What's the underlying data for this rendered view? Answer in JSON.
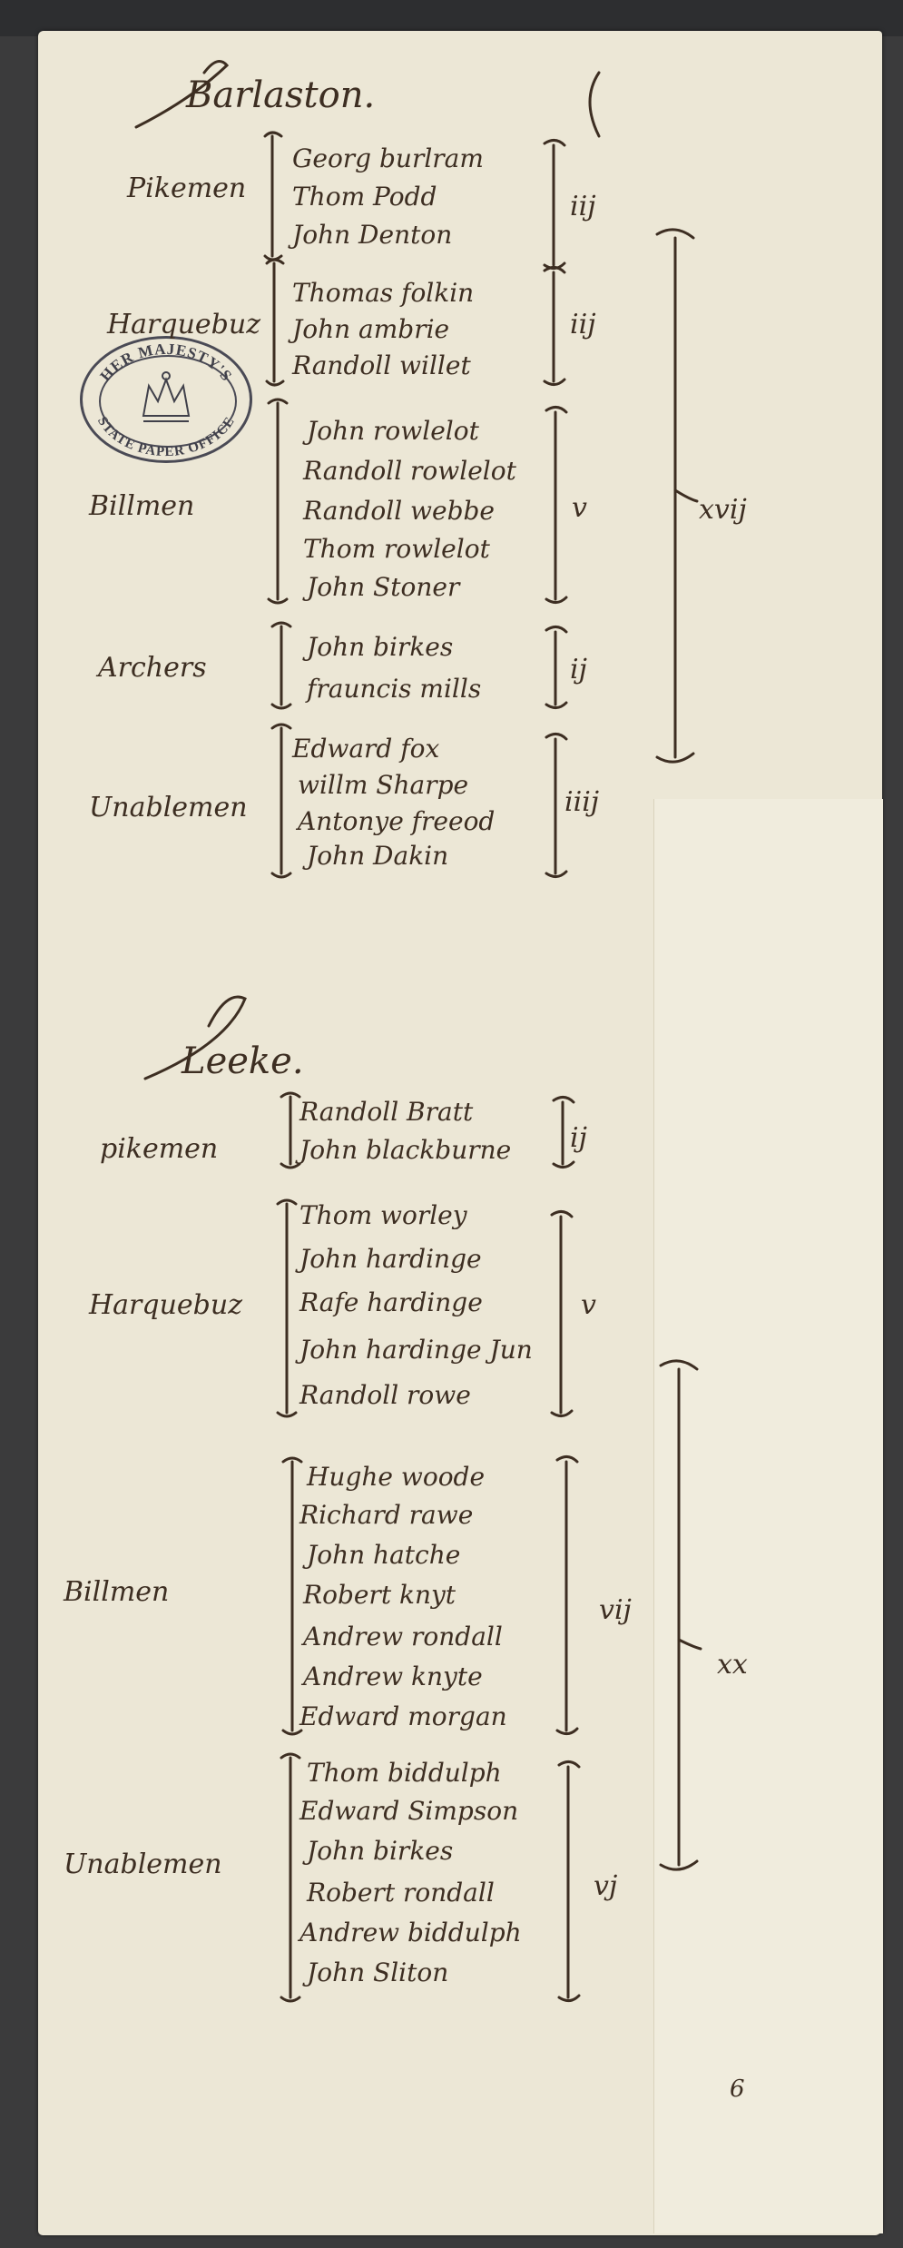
{
  "document": {
    "sections": [
      {
        "place": "Barlaston.",
        "groups": [
          {
            "label": "Pikemen",
            "names": [
              "Georg burlram",
              "Thom Podd",
              "John Denton"
            ],
            "count": "iij"
          },
          {
            "label": "Harquebuz",
            "names": [
              "Thomas folkin",
              "John ambrie",
              "Randoll willet"
            ],
            "count": "iij"
          },
          {
            "label": "Billmen",
            "names": [
              "John rowlelot",
              "Randoll rowlelot",
              "Randoll webbe",
              "Thom rowlelot",
              "John Stoner"
            ],
            "count": "v"
          },
          {
            "label": "Archers",
            "names": [
              "John birkes",
              "frauncis mills"
            ],
            "count": "ij"
          },
          {
            "label": "Unablemen",
            "names": [
              "Edward fox",
              "willm Sharpe",
              "Antonye freeod",
              "John Dakin"
            ],
            "count": "iiij"
          }
        ],
        "total": "xvij"
      },
      {
        "place": "Leeke.",
        "groups": [
          {
            "label": "pikemen",
            "names": [
              "Randoll Bratt",
              "John blackburne"
            ],
            "count": "ij"
          },
          {
            "label": "Harquebuz",
            "names": [
              "Thom worley",
              "John hardinge",
              "Rafe hardinge",
              "John hardinge Jun",
              "Randoll rowe"
            ],
            "count": "v"
          },
          {
            "label": "Billmen",
            "names": [
              "Hughe woode",
              "Richard rawe",
              "John hatche",
              "Robert knyt",
              "Andrew rondall",
              "Andrew knyte",
              "Edward morgan"
            ],
            "count": "vij"
          },
          {
            "label": "Unablemen",
            "names": [
              "Thom biddulph",
              "Edward Simpson",
              "John birkes",
              "Robert rondall",
              "Andrew biddulph",
              "John Sliton"
            ],
            "count": "vj"
          }
        ],
        "total": "xx"
      }
    ],
    "page_number": "6",
    "seal": {
      "text_top": "HER MAJESTY'S",
      "text_bottom": "STATE PAPER OFFICE",
      "icon": "crown-icon"
    },
    "ink_color": "#3d2e22"
  }
}
